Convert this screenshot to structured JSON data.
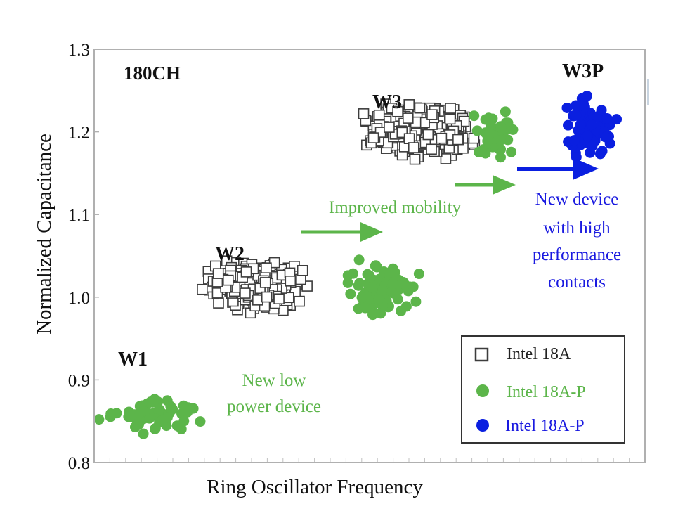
{
  "chart_data": {
    "type": "scatter",
    "title": "",
    "xlabel": "Ring Oscillator Frequency",
    "ylabel": "Normalized Capacitance",
    "ylim": [
      0.8,
      1.3
    ],
    "yticks": [
      "0.8",
      "0.9",
      "1.0",
      "1.1",
      "1.2",
      "1.3"
    ],
    "xlim": [
      0,
      1
    ],
    "x_tick_labels": [],
    "grid": false,
    "corner_label": "180CH",
    "groups": [
      {
        "label": "W1",
        "color": "#5cb54a"
      },
      {
        "label": "W2",
        "color": "#3d3d3d"
      },
      {
        "label": "W3",
        "color": "#3d3d3d"
      },
      {
        "label": "W3P",
        "color": "#0a1fe0"
      }
    ],
    "annotations": [
      {
        "text": "Improved mobility",
        "color": "#5cb54a"
      },
      {
        "lines": [
          "New low",
          "power device"
        ],
        "color": "#5cb54a"
      },
      {
        "lines": [
          "New device",
          "with high",
          "performance",
          "contacts"
        ],
        "color": "#1a1ae0"
      }
    ],
    "legend": {
      "placement": "bottom-right",
      "entries": [
        {
          "name": "Intel 18A",
          "marker": "open-square",
          "color": "#3d3d3d",
          "text_color": "#222222"
        },
        {
          "name": "Intel 18A-P",
          "marker": "circle",
          "color": "#5cb54a",
          "text_color": "#5cb54a"
        },
        {
          "name": "Intel 18A-P",
          "marker": "circle",
          "color": "#0a1fe0",
          "text_color": "#1a1ae0"
        }
      ]
    },
    "series": [
      {
        "name": "Intel 18A",
        "marker": "open-square",
        "color": "#3d3d3d",
        "clusters": [
          {
            "group": "W2",
            "x": 0.29,
            "y": 1.015,
            "sx": 0.036,
            "sy": 0.012,
            "n": 320
          },
          {
            "group": "W3",
            "x": 0.59,
            "y": 1.2,
            "sx": 0.04,
            "sy": 0.013,
            "n": 380
          }
        ]
      },
      {
        "name": "Intel 18A-P",
        "marker": "circle",
        "color": "#5cb54a",
        "clusters": [
          {
            "group": "W1",
            "x": 0.11,
            "y": 0.86,
            "sx": 0.04,
            "sy": 0.01,
            "n": 60
          },
          {
            "group": "W2",
            "x": 0.52,
            "y": 1.01,
            "sx": 0.028,
            "sy": 0.016,
            "n": 90
          },
          {
            "group": "W3",
            "x": 0.73,
            "y": 1.195,
            "sx": 0.016,
            "sy": 0.013,
            "n": 45
          }
        ]
      },
      {
        "name": "Intel 18A-P",
        "marker": "circle",
        "color": "#0a1fe0",
        "clusters": [
          {
            "group": "W3P",
            "x": 0.9,
            "y": 1.205,
            "sx": 0.02,
            "sy": 0.016,
            "n": 70
          }
        ]
      }
    ]
  }
}
